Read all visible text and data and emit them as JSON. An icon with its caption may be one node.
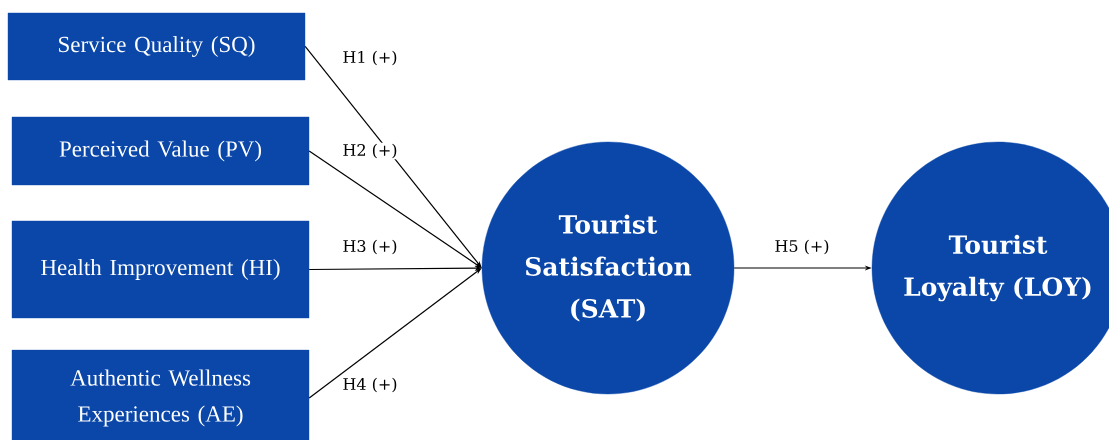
{
  "diagram": {
    "nodes": [
      {
        "text": [
          "Service Quality (SQ)"
        ]
      },
      {
        "text": [
          "Perceived Value (PV)"
        ]
      },
      {
        "text": [
          "Health Improvement (HI)"
        ]
      },
      {
        "text": [
          "Authentic Wellness Experiences (AE)"
        ]
      },
      {
        "text": [
          "Tourist Satisfaction (SAT)"
        ]
      },
      {
        "text": [
          "Tourist Loyalty (LOY)"
        ]
      }
    ],
    "edges": [
      {
        "from": 0,
        "to": 4,
        "arrow": "to",
        "label": "H1 (+)"
      },
      {
        "from": 1,
        "to": 4,
        "arrow": "to",
        "label": "H2 (+)"
      },
      {
        "from": 2,
        "to": 4,
        "arrow": "to",
        "label": "H3 (+)"
      },
      {
        "from": 3,
        "to": 4,
        "arrow": "to",
        "label": "H4 (+)"
      },
      {
        "from": 4,
        "to": 5,
        "arrow": "to",
        "label": "H5 (+)"
      }
    ]
  }
}
